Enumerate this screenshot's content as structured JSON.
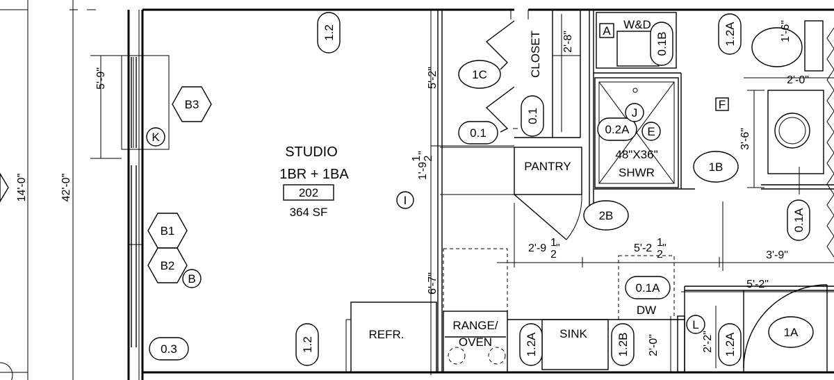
{
  "room": {
    "name_line1": "STUDIO",
    "name_line2": "1BR + 1BA",
    "number": "202",
    "area": "364 SF"
  },
  "labels": {
    "closet": "CLOSET",
    "pantry": "PANTRY",
    "shower_size": "48\"X36\"",
    "shower": "SHWR",
    "wd": "W&D",
    "refr": "REFR.",
    "range_line1": "RANGE/",
    "range_line2": "OVEN",
    "sink": "SINK",
    "dw": "DW"
  },
  "ovals": {
    "o12_top": "1.2",
    "o12_bottom": "1.2",
    "o1C": "1C",
    "o01_v": "0.1",
    "o01_h": "0.1",
    "o01B": "0.1B",
    "o12A_top": "1.2A",
    "o02A": "0.2A",
    "o1B": "1B",
    "o2B": "2B",
    "o01A_right": "0.1A",
    "o01A_mid": "0.1A",
    "o03": "0.3",
    "o12A_mid": "1.2A",
    "o12B": "1.2B",
    "o12A_bot": "1.2A",
    "o1A": "1A"
  },
  "hexes": {
    "B3": "B3",
    "B1": "B1",
    "B2": "B2"
  },
  "circles": {
    "K": "K",
    "B": "B",
    "I": "I",
    "J": "J",
    "E": "E",
    "L": "L"
  },
  "squares": {
    "A": "A",
    "F": "F"
  },
  "dims": {
    "d14_0": "14'-0\"",
    "d42_0": "42'-0\"",
    "d5_9": "5'-9\"",
    "d5_2": "5'-2\"",
    "d2_8": "2'-8\"",
    "d1_6": "1'-6\"",
    "d2_0_top": "2'-0\"",
    "d3_6": "3'-6\"",
    "d1_9": "1'-9",
    "d1_9_frac_n": "1",
    "d1_9_frac_d": "2",
    "d1_9_in": "\"",
    "d2_9_base": "2'-9",
    "d2_9_frac_n": "1",
    "d2_9_frac_d": "2",
    "d2_9_in": "\"",
    "d5_2h_base": "5'-2",
    "d5_2h_frac_n": "1",
    "d5_2h_frac_d": "2",
    "d5_2h_in": "\"",
    "d3_9": "3'-9\"",
    "d6_7": "6'-7\"",
    "d5_2b": "5'-2\"",
    "d2_0_bot": "2'-0\"",
    "d2_2": "2'-2\""
  }
}
